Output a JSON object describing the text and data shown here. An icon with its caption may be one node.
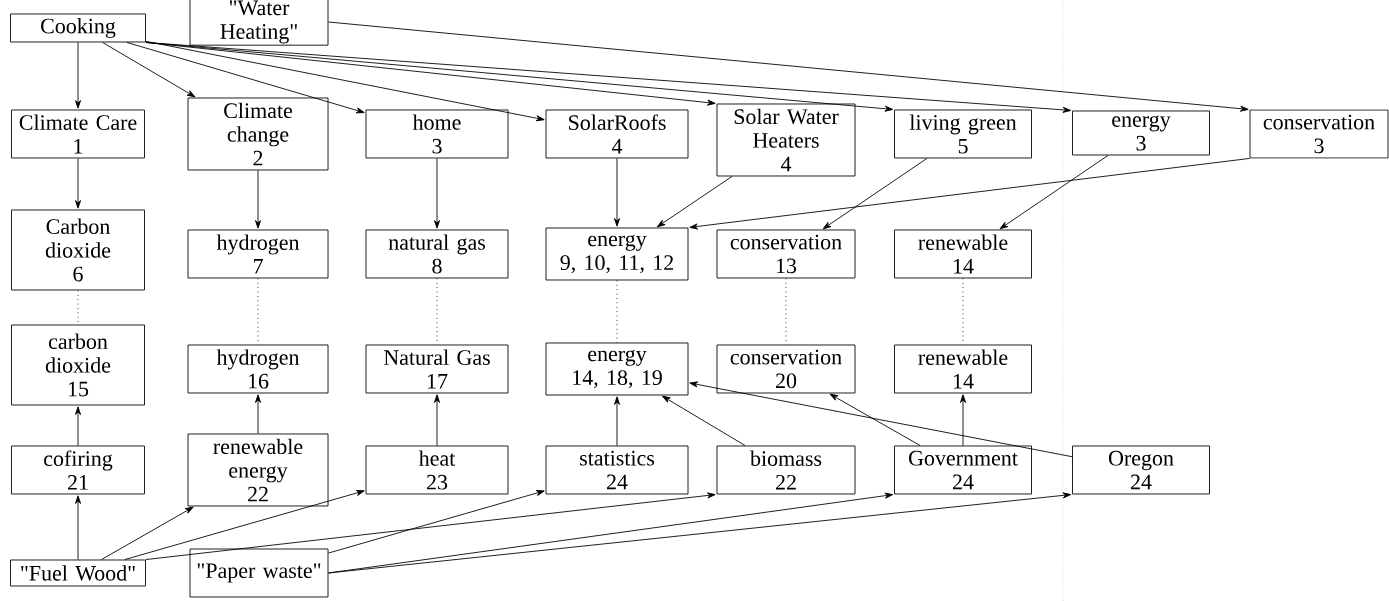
{
  "diagram": {
    "nodes": [
      {
        "text": [
          "Cooking"
        ]
      },
      {
        "text": [
          "\"Water Heating\""
        ]
      },
      {
        "text": [
          "Climate Care",
          "1"
        ]
      },
      {
        "text": [
          "Climate change",
          "2"
        ]
      },
      {
        "text": [
          "home",
          "3"
        ]
      },
      {
        "text": [
          "SolarRoofs",
          "4"
        ]
      },
      {
        "text": [
          "Solar Water Heaters",
          "4"
        ]
      },
      {
        "text": [
          "living green",
          "5"
        ]
      },
      {
        "text": [
          "energy",
          "3"
        ]
      },
      {
        "text": [
          "conservation",
          "3"
        ]
      },
      {
        "text": [
          "Carbon dioxide",
          "6"
        ]
      },
      {
        "text": [
          "hydrogen",
          "7"
        ]
      },
      {
        "text": [
          "natural gas",
          "8"
        ]
      },
      {
        "text": [
          "energy",
          "9, 10, 11, 12"
        ]
      },
      {
        "text": [
          "conservation",
          "13"
        ]
      },
      {
        "text": [
          "renewable",
          "14"
        ]
      },
      {
        "text": [
          "carbon dioxide",
          "15"
        ]
      },
      {
        "text": [
          "hydrogen",
          "16"
        ]
      },
      {
        "text": [
          "Natural Gas",
          "17"
        ]
      },
      {
        "text": [
          "energy",
          "14, 18, 19"
        ]
      },
      {
        "text": [
          "conservation",
          "20"
        ]
      },
      {
        "text": [
          "renewable",
          "14"
        ]
      },
      {
        "text": [
          "cofiring",
          "21"
        ]
      },
      {
        "text": [
          "renewable energy",
          "22"
        ]
      },
      {
        "text": [
          "heat",
          "23"
        ]
      },
      {
        "text": [
          "statistics",
          "24"
        ]
      },
      {
        "text": [
          "biomass",
          "22"
        ]
      },
      {
        "text": [
          "Government",
          "24"
        ]
      },
      {
        "text": [
          "Oregon",
          "24"
        ]
      },
      {
        "text": [
          "\"Fuel Wood\""
        ]
      },
      {
        "text": [
          "\"Paper waste\""
        ]
      }
    ],
    "edges": [
      {
        "from": 0,
        "to": 2,
        "arrow": "to"
      },
      {
        "from": 0,
        "to": 3,
        "arrow": "to"
      },
      {
        "from": 0,
        "to": 4,
        "arrow": "to"
      },
      {
        "from": 0,
        "to": 5,
        "arrow": "to"
      },
      {
        "from": 0,
        "to": 6,
        "arrow": "to"
      },
      {
        "from": 0,
        "to": 7,
        "arrow": "to"
      },
      {
        "from": 0,
        "to": 8,
        "arrow": "to"
      },
      {
        "from": 1,
        "to": 9,
        "arrow": "to"
      },
      {
        "from": 2,
        "to": 10,
        "arrow": "to"
      },
      {
        "from": 3,
        "to": 11,
        "arrow": "to"
      },
      {
        "from": 4,
        "to": 12,
        "arrow": "to"
      },
      {
        "from": 5,
        "to": 13,
        "arrow": "to"
      },
      {
        "from": 6,
        "to": 13,
        "arrow": "to"
      },
      {
        "from": 9,
        "to": 13,
        "arrow": "to"
      },
      {
        "from": 7,
        "to": 14,
        "arrow": "to"
      },
      {
        "from": 8,
        "to": 15,
        "arrow": "to"
      },
      {
        "from": 10,
        "to": 16,
        "arrow": "none",
        "style": "dashed"
      },
      {
        "from": 11,
        "to": 17,
        "arrow": "none",
        "style": "dashed"
      },
      {
        "from": 12,
        "to": 18,
        "arrow": "none",
        "style": "dashed"
      },
      {
        "from": 13,
        "to": 19,
        "arrow": "none",
        "style": "dashed"
      },
      {
        "from": 14,
        "to": 20,
        "arrow": "none",
        "style": "dashed"
      },
      {
        "from": 15,
        "to": 21,
        "arrow": "none",
        "style": "dashed"
      },
      {
        "from": 22,
        "to": 16,
        "arrow": "to"
      },
      {
        "from": 23,
        "to": 17,
        "arrow": "to"
      },
      {
        "from": 24,
        "to": 18,
        "arrow": "to"
      },
      {
        "from": 25,
        "to": 19,
        "arrow": "to"
      },
      {
        "from": 26,
        "to": 19,
        "arrow": "to"
      },
      {
        "from": 27,
        "to": 20,
        "arrow": "to"
      },
      {
        "from": 27,
        "to": 21,
        "arrow": "to"
      },
      {
        "from": 28,
        "to": 19,
        "arrow": "to"
      },
      {
        "from": 29,
        "to": 22,
        "arrow": "to"
      },
      {
        "from": 29,
        "to": 23,
        "arrow": "to"
      },
      {
        "from": 29,
        "to": 24,
        "arrow": "to"
      },
      {
        "from": 29,
        "to": 26,
        "arrow": "to"
      },
      {
        "from": 30,
        "to": 25,
        "arrow": "to"
      },
      {
        "from": 30,
        "to": 27,
        "arrow": "to"
      },
      {
        "from": 30,
        "to": 28,
        "arrow": "to"
      }
    ]
  }
}
